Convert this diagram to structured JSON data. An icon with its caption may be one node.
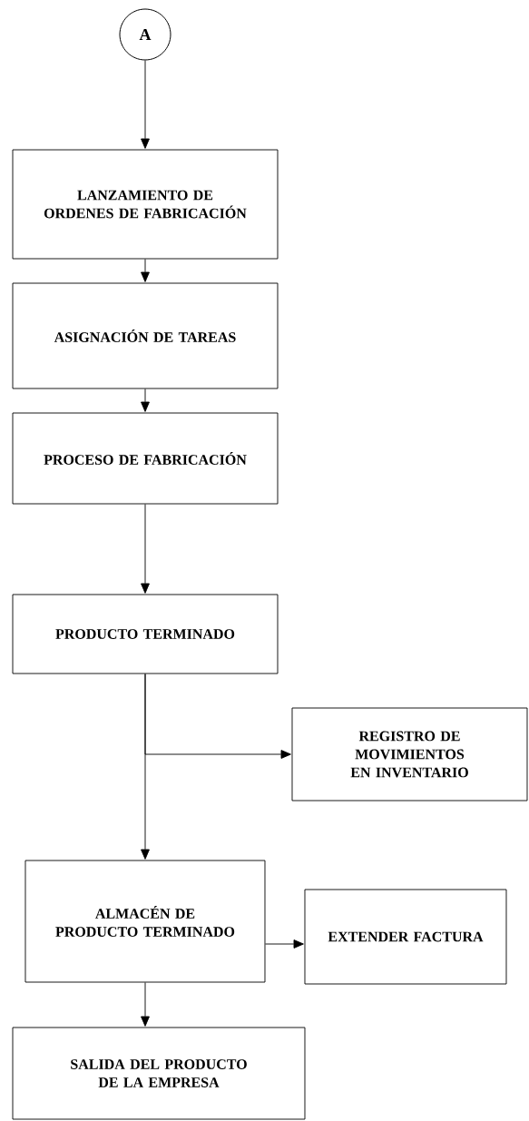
{
  "diagram": {
    "nodes": [
      {
        "text": [
          "A"
        ]
      },
      {
        "text": [
          "LANZAMIENTO DE ORDENES DE FABRICACIÓN"
        ]
      },
      {
        "text": [
          "ASIGNACIÓN DE TAREAS"
        ]
      },
      {
        "text": [
          "PROCESO DE FABRICACIÓN"
        ]
      },
      {
        "text": [
          "PRODUCTO TERMINADO"
        ]
      },
      {
        "text": [
          "REGISTRO DE MOVIMIENTOS EN INVENTARIO"
        ]
      },
      {
        "text": [
          "ALMACÉN DE PRODUCTO TERMINADO"
        ]
      },
      {
        "text": [
          "EXTENDER FACTURA"
        ]
      },
      {
        "text": [
          "SALIDA DEL PRODUCTO DE LA EMPRESA"
        ]
      }
    ],
    "edges": [
      {
        "from": 0,
        "to": 1,
        "arrow": "to"
      },
      {
        "from": 1,
        "to": 2,
        "arrow": "to"
      },
      {
        "from": 2,
        "to": 3,
        "arrow": "to"
      },
      {
        "from": 3,
        "to": 4,
        "arrow": "to"
      },
      {
        "from": 4,
        "to": 5,
        "arrow": "to"
      },
      {
        "from": 4,
        "to": 6,
        "arrow": "to"
      },
      {
        "from": 6,
        "to": 7,
        "arrow": "to"
      },
      {
        "from": 6,
        "to": 8,
        "arrow": "to"
      }
    ]
  }
}
